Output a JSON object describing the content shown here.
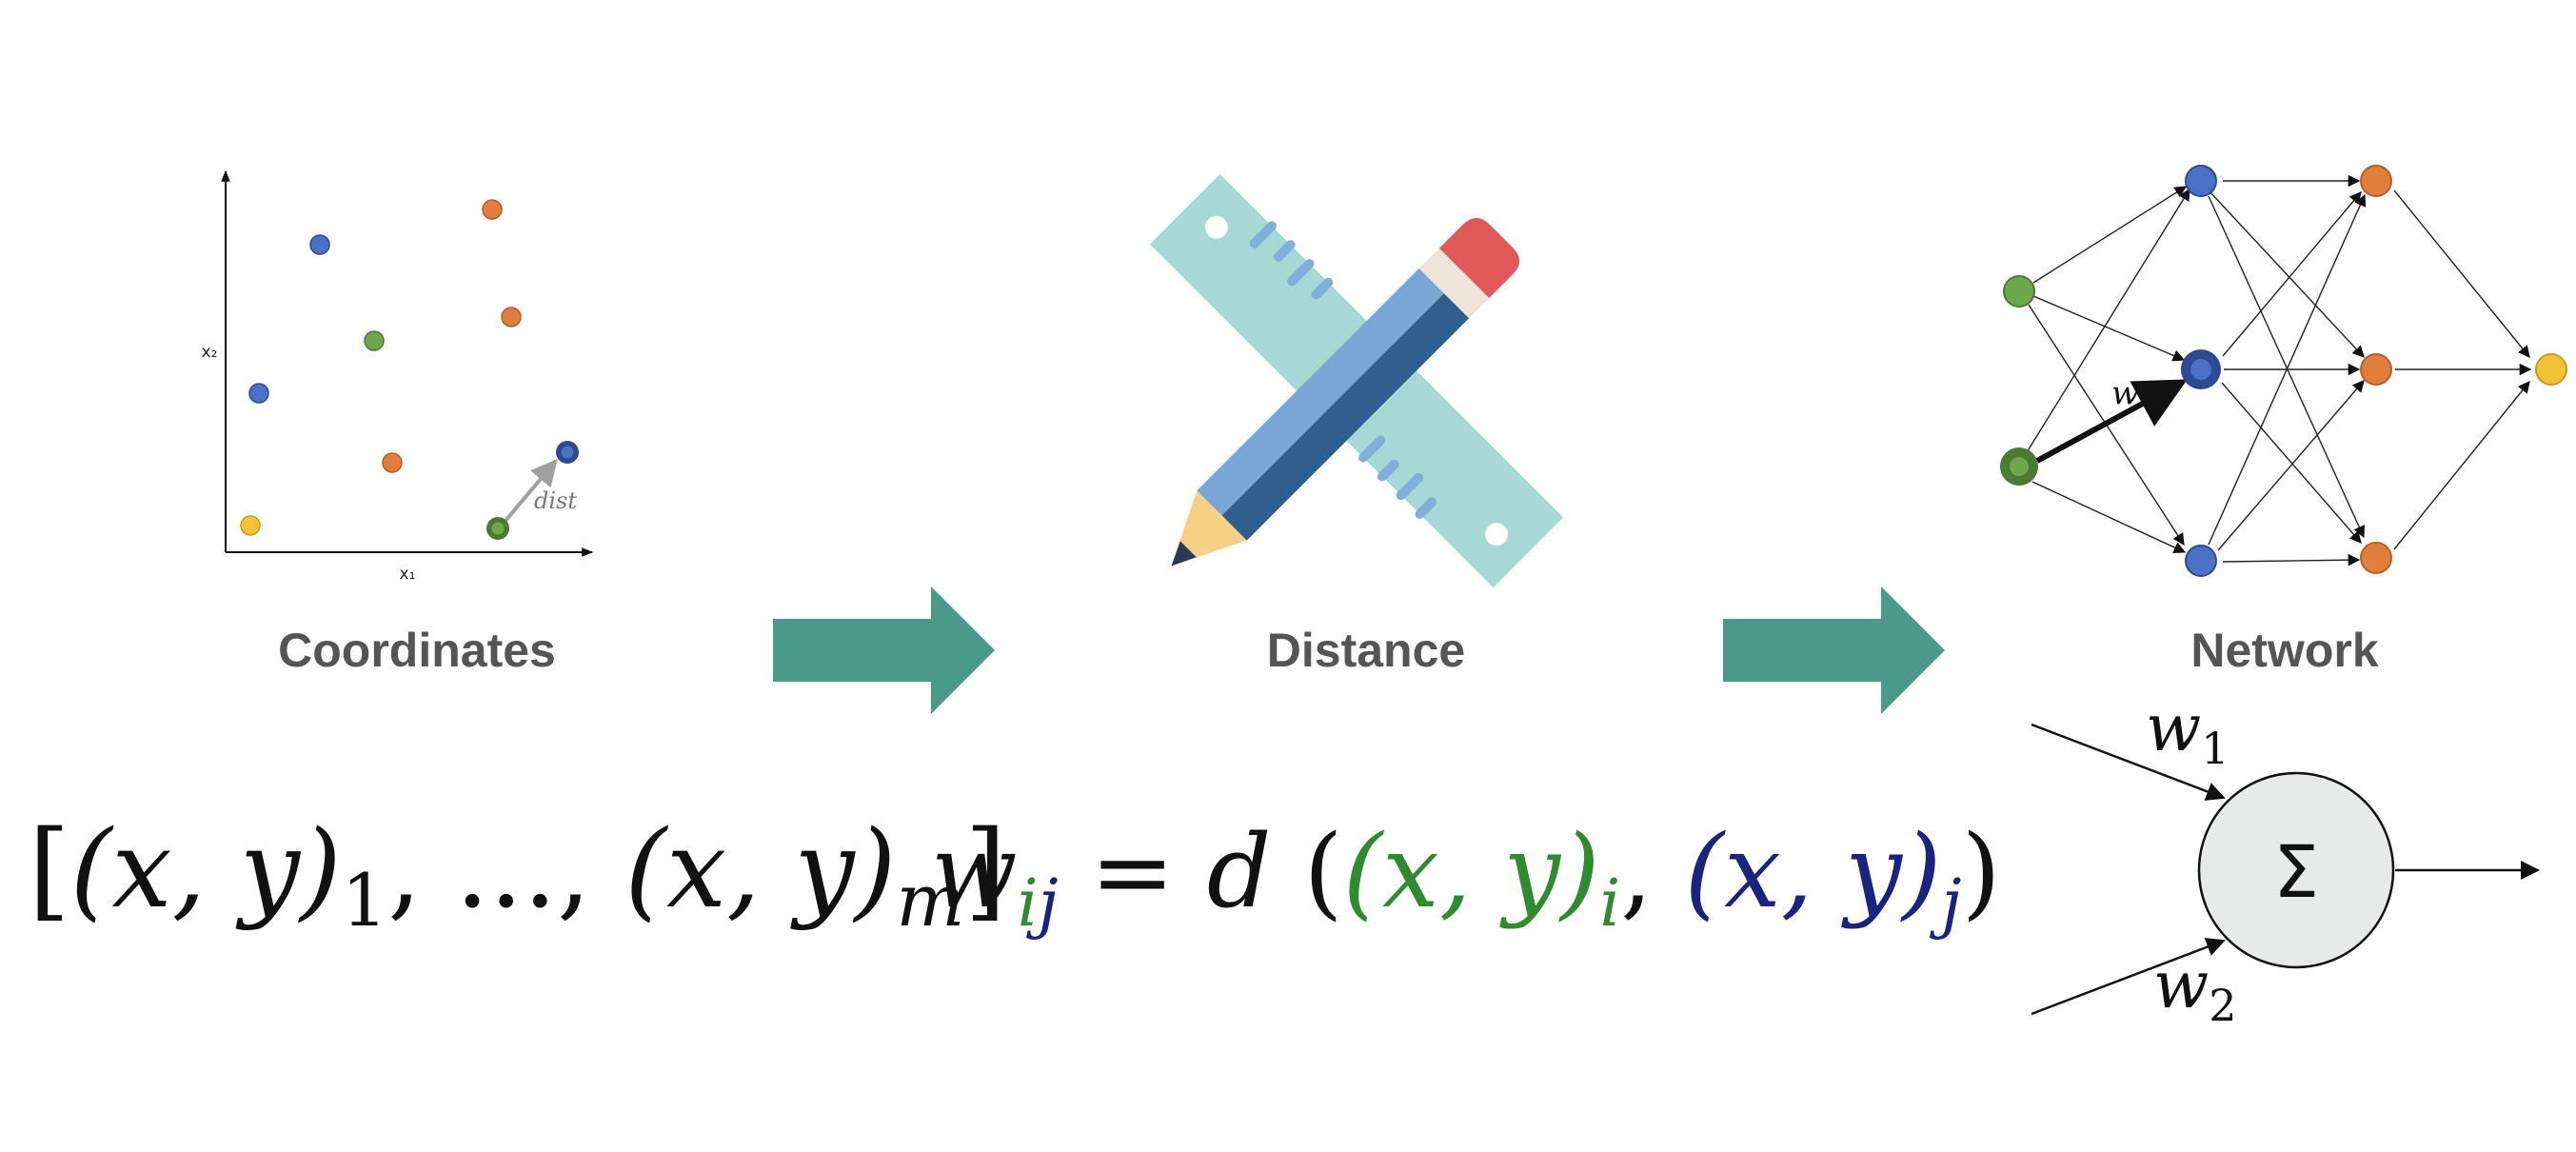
{
  "panels": {
    "coordinates": {
      "title": "Coordinates"
    },
    "distance": {
      "title": "Distance"
    },
    "network": {
      "title": "Network"
    }
  },
  "scatter": {
    "x_axis_label": "x₁",
    "y_axis_label": "x₂",
    "distance_label": "dist"
  },
  "network": {
    "edge_weight_label": "w"
  },
  "neuron": {
    "symbol": "Σ",
    "input_weight_1": "w",
    "input_weight_1_sub": "1",
    "input_weight_2": "w",
    "input_weight_2_sub": "2"
  },
  "formulas": {
    "coordinates_list": {
      "open_bracket": "[",
      "first_pair": "(x, y)",
      "first_index": "1",
      "ellipsis": ", ..., ",
      "last_pair": "(x, y)",
      "last_index": "m",
      "close_bracket": "]"
    },
    "distance_weight": {
      "w": "w",
      "w_sub_i": "i",
      "w_sub_j": "j",
      "equals_d": " = d ",
      "open_paren": "(",
      "pair_i": "(x, y)",
      "pair_i_index": "i",
      "comma": ", ",
      "pair_j": "(x, y)",
      "pair_j_index": "j",
      "close_paren": ")"
    }
  },
  "colors": {
    "arrow_teal": "#4a9a8a",
    "title_gray": "#555555",
    "node_blue": "#4a72c4",
    "node_orange": "#e07e3c",
    "node_green": "#6ea84c",
    "node_yellow": "#f2c335",
    "dark_green": "#4b7a33",
    "dark_blue": "#2e4a92",
    "formula_green": "#2e8b2e",
    "formula_blue": "#1a237e",
    "ruler": "#a6d8d6",
    "pencil_light": "#7aa6d6",
    "pencil_dark": "#2d5e8e",
    "eraser": "#e05858",
    "pencil_wood": "#f7cf85",
    "neuron_fill": "#e8eaea"
  },
  "icons": [
    "ruler-icon",
    "pencil-icon",
    "right-arrow-icon"
  ]
}
